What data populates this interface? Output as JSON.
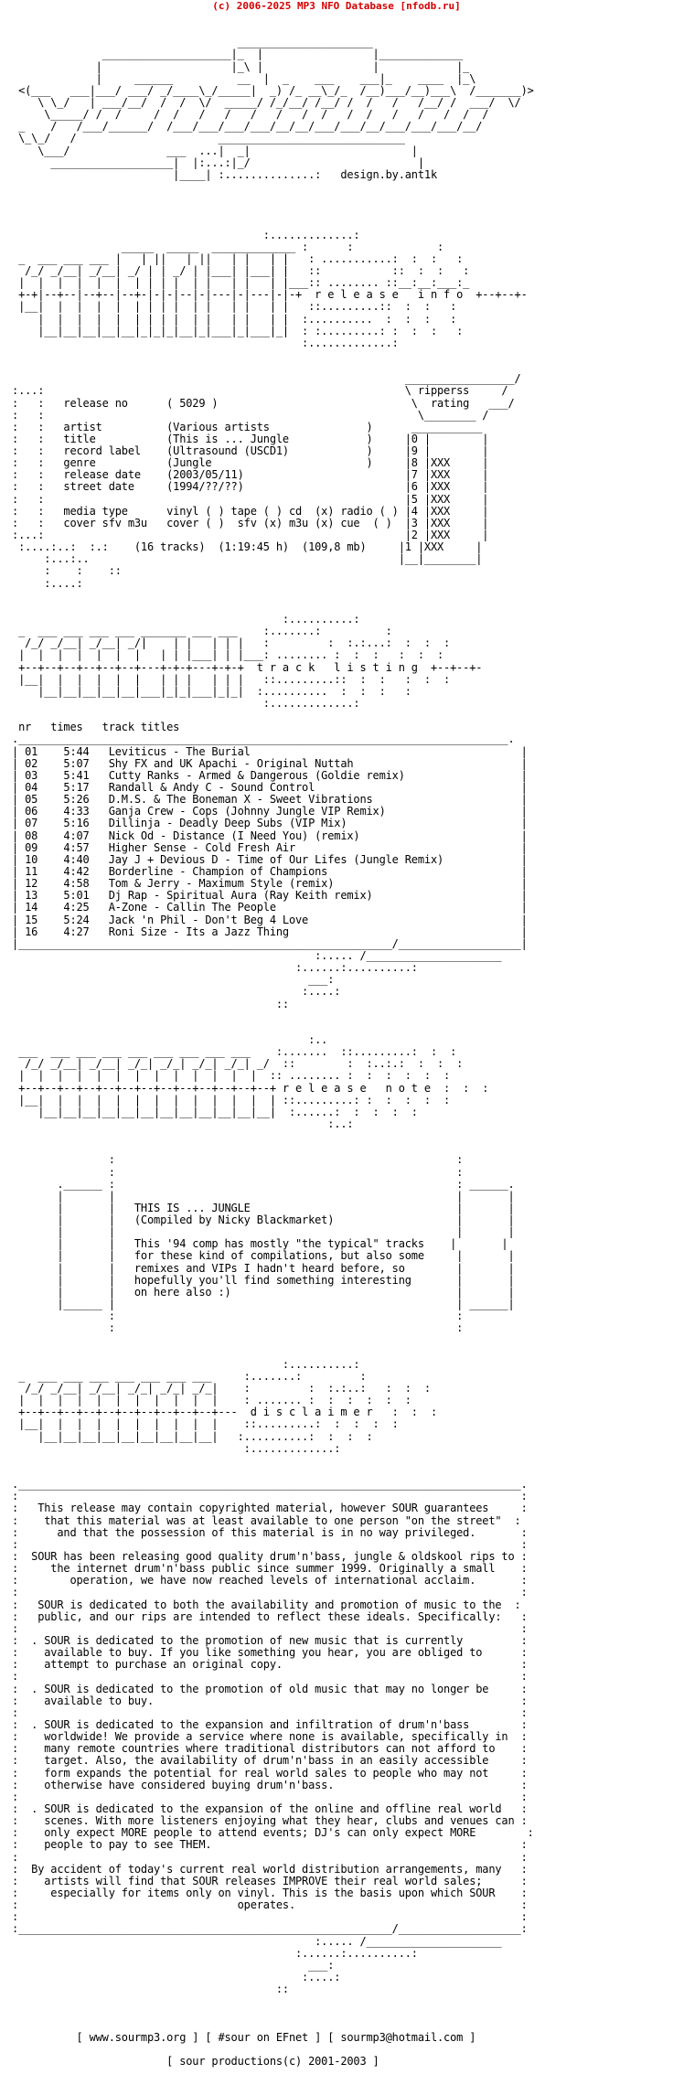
{
  "header": {
    "text": "(c) 2006-2025 MP3 NFO Database [nfodb.ru]",
    "color": "#d40000"
  },
  "nfo_lines": [
    "",
    "",
    "                                    _____________________",
    "               ____________________|_  |                 |_____________",
    "              |                    |_\\ |                 |            |_",
    "              |     ______          __  |  _    ___    ___|_    ____  |_\\",
    "  <(___   ___|___/ ___/ _/____\\_/_____|  _) /_ __\\_/_  /__)___/__)___\\  /_______)>",
    "     \\ \\_/   | ___/__/  /  /  \\/  _____/ /_/__/ /__/ /  /   /   /__/ /  ___/  \\/",
    "      \\_____/ /  /     /  /   /   /   /   /   /  /   /  /   /   /   /  /  /",
    "  _    /   /___/______/  /___/___/___/___/__/__/___/___/__/___/___/___/__/",
    "  \\_\\_/   /                      _____________________________",
    "     \\___/               ___  ...|  _|                         |",
    "       ___________________|  |:...:|_/                          |",
    "                          |____| :..............:   design.by.ant1k",
    "",
    "",
    "",
    "",
    "                                        :.............:",
    "                  _____  _____  _____________ :      :             :",
    "  _  ___ ___ ___ |   | ||   | ||   | |   | |   : ...........:  :  :   :",
    "   /_/ _/__| _/__| _/ | | _/ | |___| |___| |   ::           ::  :  :   :",
    "  |  |  |  |  |  |  | | | |  | |   | |   | |___:: ........ ::__:__:___:_",
    "  +-+|--+--|--+--|--+-|-|-|--|-|---|-|---|-|-+  r e l e a s e   i n f o  +--+--+-",
    "  |__|  |  |  |  |  | | | |  | |   | |   | |   ::.........::  :  :   :",
    "     |  |  |  |  |  | | | |  | |   | |   | |  :..........  :  :  :   :",
    "     |__|__|__|__|__|_|_|_|__|_|___|_|___|_|  : :.........: :  :  :   :",
    "                                              :.............:",
    "",
    "",
    "                                                              _________________/",
    " :...:                                                        \\ ripperss     /",
    " :   :   release no      ( 5029 )                              \\  rating   ___/",
    " :   :                                                          \\________ /  ",
    " :   :   artist          (Various artists               )      ___________",
    " :   :   title           (This is ... Jungle            )     |0 |        |",
    " :   :   record label    (Ultrasound (USCD1)            )     |9 |        |",
    " :   :   genre           (Jungle                        )     |8 |XXX     |",
    " :   :   release date    (2003/05/11)                         |7 |XXX     |",
    " :   :   street date     (1994/??/??)                         |6 |XXX     |",
    " :   :                                                        |5 |XXX     |",
    " :   :   media type      vinyl ( ) tape ( ) cd  (x) radio ( ) |4 |XXX     |",
    " :   :   cover sfv m3u   cover ( )  sfv (x) m3u (x) cue  ( )  |3 |XXX     |",
    " :...:                                                        |2 |XXX     |",
    "  :....:..:  :.:    (16 tracks)  (1:19:45 h)  (109,8 mb)     |1 |XXX     |",
    "      :...:..                                                |__|________|",
    "      :    :    ::",
    "      :....:",
    "",
    "",
    "                                           :..........:",
    "  _  ___ ___ ___ ___ _______ ___ ___    :.......:          :",
    "   /_/ _/__| _/__| _/|    | |   | | |   :         :  :.:...:  :  :  :",
    "  |  |  |  |  |  |  |   | | |___| | |___: ........ :  :  :   :  :  :",
    "  +--+--+--+--+--+--+---+-+-+---+-+-+  t r a c k   l i s t i n g  +--+--+-",
    "  |__|  |  |  |  |  |   | | |   | | |   ::.........::  :  :   :  :  :",
    "     |__|__|__|__|__|___|_|_|___|_|_|  :..........  :  :  :   :",
    "                                        :.............:",
    "",
    "  nr   times   track titles",
    " .____________________________________________________________________________.",
    " | 01    5:44   Leviticus - The Burial                                          |",
    " | 02    5:07   Shy FX and UK Apachi - Original Nuttah                          |",
    " | 03    5:41   Cutty Ranks - Armed & Dangerous (Goldie remix)                  |",
    " | 04    5:17   Randall & Andy C - Sound Control                                |",
    " | 05    5:26   D.M.S. & The Boneman X - Sweet Vibrations                       |",
    " | 06    4:33   Ganja Crew - Cops (Johnny Jungle VIP Remix)                     |",
    " | 07    5:16   Dillinja - Deadly Deep Subs (VIP Mix)                           |",
    " | 08    4:07   Nick Od - Distance (I Need You) (remix)                         |",
    " | 09    4:57   Higher Sense - Cold Fresh Air                                   |",
    " | 10    4:40   Jay J + Devious D - Time of Our Lifes (Jungle Remix)            |",
    " | 11    4:42   Borderline - Champion of Champions                              |",
    " | 12    4:58   Tom & Jerry - Maximum Style (remix)                             |",
    " | 13    5:01   Dj Rap - Spiritual Aura (Ray Keith remix)                       |",
    " | 14    4:25   A-Zone - Callin The People                                      |",
    " | 15    5:24   Jack 'n Phil - Don't Beg 4 Love                                 |",
    " | 16    4:27   Roni Size - Its a Jazz Thing                                    |",
    " |__________________________________________________________/___________________|",
    "                                                :..... /_____________________",
    "                                             :......:..........:",
    "                                               ___:",
    "                                              :....:",
    "                                          ::",
    "",
    "",
    "                                               :..",
    "  ___  ___ ___ ___ ___ ___ ___ ___ ___    :.......  ::.........:  :  :",
    "   /_/ _/__| _/__| _/_| _/_| _/_| _/_| _/  ::        :  :..:.:  :  :  :",
    "  |  |  |  |  |  |  |  |  |  |  |  |  |  :: ........ :  :  :  :  :  :",
    "  +--+--+--+--+--+--+--+--+--+--+--+--+--+ r e l e a s e   n o t e  :  :  :",
    "  |__|  |  |  |  |  |  |  |  |  |  |  |  | ::.........: :  :  :  :  :",
    "     |__|__|__|__|__|__|__|__|__|__|__|__|  :......:  :  :  :  :",
    "                                                  :..:",
    "",
    "",
    "                :                                                     :",
    "                :                                                     :",
    "        .______ :                                                     : ______.",
    "        |       |                                                     |       |",
    "        |       |   THIS IS ... JUNGLE                                |       |",
    "        |       |   (Compiled by Nicky Blackmarket)                   |       |",
    "        |       |                                                     |       |",
    "        |       |   This '94 comp has mostly \"the typical\" tracks    |       |",
    "        |       |   for these kind of compilations, but also some     |       |",
    "        |       |   remixes and VIPs I hadn't heard before, so        |       |",
    "        |       |   hopefully you'll find something interesting       |       |",
    "        |       |   on here also :)                                   |       |",
    "        |______ |                                                     | ______|",
    "                :                                                     :",
    "                :                                                     :",
    "",
    "",
    "                                           :..........:",
    "  _  ___ ___ ___ ___ ___ ___ ___     :.......:         :",
    "   /_/ _/__| _/__| _/_| _/_| _/_|    :         :  :.:..:   :  :  :",
    "  |  |  |  |  |  |  |  |  |  |  |    : ....... :  :  :  :  :  :",
    "  +--+--+--+--+--+--+--+--+--+--+---  d i s c l a i m e r   :  :  :",
    "  |__|  |  |  |  |  |  |  |  |  |    ::.........:  :  :  :  :",
    "     |__|__|__|__|__|__|__|__|__|   :..........:  :  :  :",
    "                                     :.............:",
    "",
    "",
    " .______________________________________________________________________________.",
    " :                                                                              :",
    " :   This release may contain copyrighted material, however SOUR guarantees     :",
    " :    that this material was at least available to one person \"on the street\"  :",
    " :      and that the possession of this material is in no way privileged.       :",
    " :                                                                              :",
    " :  SOUR has been releasing good quality drum'n'bass, jungle & oldskool rips to :",
    " :     the internet drum'n'bass public since summer 1999. Originally a small    :",
    " :        operation, we have now reached levels of international acclaim.       :",
    " :                                                                              :",
    " :   SOUR is dedicated to both the availability and promotion of music to the  :",
    " :   public, and our rips are intended to reflect these ideals. Specifically:   :",
    " :                                                                              :",
    " :  . SOUR is dedicated to the promotion of new music that is currently         :",
    " :    available to buy. If you like something you hear, you are obliged to      :",
    " :    attempt to purchase an original copy.                                     :",
    " :                                                                              :",
    " :  . SOUR is dedicated to the promotion of old music that may no longer be     :",
    " :    available to buy.                                                         :",
    " :                                                                              :",
    " :  . SOUR is dedicated to the expansion and infiltration of drum'n'bass        :",
    " :    worldwide! We provide a service where none is available, specifically in  :",
    " :    many remote countries where traditional distributors can not afford to    :",
    " :    target. Also, the availability of drum'n'bass in an easily accessible     :",
    " :    form expands the potential for real world sales to people who may not     :",
    " :    otherwise have considered buying drum'n'bass.                             :",
    " :                                                                              :",
    " :  . SOUR is dedicated to the expansion of the online and offline real world   :",
    " :    scenes. With more listeners enjoying what they hear, clubs and venues can :",
    " :    only expect MORE people to attend events; DJ's can only expect MORE        :",
    " :    people to pay to see THEM.                                                :",
    " :                                                                              :",
    " :  By accident of today's current real world distribution arrangements, many   :",
    " :    artists will find that SOUR releases IMPROVE their real world sales;      :",
    " :     especially for items only on vinyl. This is the basis upon which SOUR    :",
    " :                                  operates.                                   :",
    " :                                                                              :",
    " :__________________________________________________________/___________________:",
    "                                                :..... /_____________________",
    "                                             :......:..........:",
    "                                               ___:",
    "                                              :....:",
    "                                          ::",
    "",
    "",
    "",
    "           [ www.sourmp3.org ] [ #sour on EFnet ] [ sourmp3@hotmail.com ]",
    "",
    "                         [ sour productions(c) 2001-2003 ]"
  ]
}
